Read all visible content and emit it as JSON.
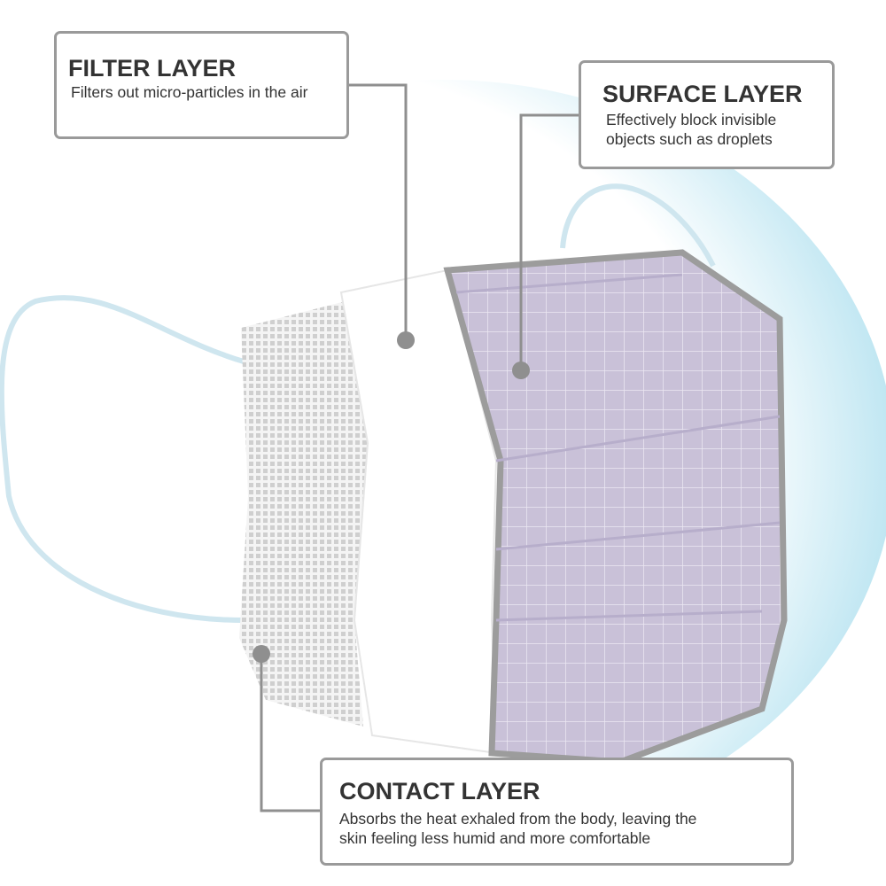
{
  "filter_layer": {
    "title": "FILTER LAYER",
    "description": "Filters out micro-particles in the air"
  },
  "surface_layer": {
    "title": "SURFACE LAYER",
    "description_line1": "Effectively block invisible",
    "description_line2": "objects such as droplets"
  },
  "contact_layer": {
    "title": "CONTACT LAYER",
    "description_line1": "Absorbs the heat exhaled from the body, leaving the",
    "description_line2": "skin feeling less humid and more comfortable"
  },
  "colors": {
    "border": "#9a9a9a",
    "mask_purple": "#cbc3d9",
    "ear_loop": "#cde6f0",
    "connector": "#8f8f8f"
  }
}
